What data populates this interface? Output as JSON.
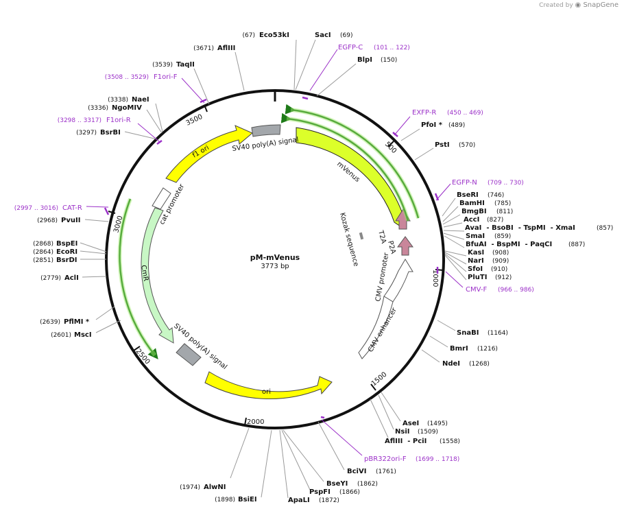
{
  "credit": {
    "prefix": "Created by",
    "brand": "SnapGene"
  },
  "plasmid": {
    "name": "pM-mVenus",
    "size": "3773 bp",
    "total_bp": 3773
  },
  "colors": {
    "backbone": "#111111",
    "primer": "#9b30c8",
    "yellow": "#ffff00",
    "lime": "#dcff2a",
    "green_fill": "#c8f7c5",
    "white": "#ffffff",
    "gray": "#a3a7ab",
    "pink": "#c9869a",
    "dark_green": "#1e7a18",
    "light_green_fill": "#9ee86a"
  },
  "ticks": [
    "500",
    "1000",
    "1500",
    "2000",
    "2500",
    "3000",
    "3500"
  ],
  "enzymes": [
    {
      "name": "Eco53kI",
      "pos": "(67)"
    },
    {
      "name": "SacI",
      "pos": "(69)"
    },
    {
      "name": "BlpI",
      "pos": "(150)"
    },
    {
      "name": "PfoI *",
      "pos": "(489)"
    },
    {
      "name": "PstI",
      "pos": "(570)"
    },
    {
      "name": "BseRI",
      "pos": "(746)"
    },
    {
      "name": "BamHI",
      "pos": "(785)"
    },
    {
      "name": "BmgBI",
      "pos": "(811)"
    },
    {
      "name": "AccI",
      "pos": "(827)"
    },
    {
      "name": "AvaI  - BsoBI  - TspMI  - XmaI",
      "pos": "(857)"
    },
    {
      "name": "SmaI",
      "pos": "(859)"
    },
    {
      "name": "BfuAI  - BspMI  - PaqCI",
      "pos": "(887)"
    },
    {
      "name": "KasI",
      "pos": "(908)"
    },
    {
      "name": "NarI",
      "pos": "(909)"
    },
    {
      "name": "SfoI",
      "pos": "(910)"
    },
    {
      "name": "PluTI",
      "pos": "(912)"
    },
    {
      "name": "SnaBI",
      "pos": "(1164)"
    },
    {
      "name": "BmrI",
      "pos": "(1216)"
    },
    {
      "name": "NdeI",
      "pos": "(1268)"
    },
    {
      "name": "AseI",
      "pos": "(1495)"
    },
    {
      "name": "NsiI",
      "pos": "(1509)"
    },
    {
      "name": "AflIII  - PciI",
      "pos": "(1558)"
    },
    {
      "name": "BciVI",
      "pos": "(1761)"
    },
    {
      "name": "BseYI",
      "pos": "(1862)"
    },
    {
      "name": "PspFI",
      "pos": "(1866)"
    },
    {
      "name": "ApaLI",
      "pos": "(1872)"
    },
    {
      "name": "BsiEI",
      "pos": "(1898)"
    },
    {
      "name": "AlwNI",
      "pos": "(1974)"
    },
    {
      "name": "MscI",
      "pos": "(2601)"
    },
    {
      "name": "PflMI *",
      "pos": "(2639)"
    },
    {
      "name": "AclI",
      "pos": "(2779)"
    },
    {
      "name": "BsrDI",
      "pos": "(2851)"
    },
    {
      "name": "EcoRI",
      "pos": "(2864)"
    },
    {
      "name": "BspEI",
      "pos": "(2868)"
    },
    {
      "name": "PvuII",
      "pos": "(2968)"
    },
    {
      "name": "BsrBI",
      "pos": "(3297)"
    },
    {
      "name": "NgoMIV",
      "pos": "(3336)"
    },
    {
      "name": "NaeI",
      "pos": "(3338)"
    },
    {
      "name": "TaqII",
      "pos": "(3539)"
    },
    {
      "name": "AflIII",
      "pos": "(3671)"
    }
  ],
  "primers": [
    {
      "name": "EGFP-C",
      "range": "(101 .. 122)"
    },
    {
      "name": "EXFP-R",
      "range": "(450 .. 469)"
    },
    {
      "name": "EGFP-N",
      "range": "(709 .. 730)"
    },
    {
      "name": "CMV-F",
      "range": "(966 .. 986)"
    },
    {
      "name": "pBR322ori-F",
      "range": "(1699 .. 1718)"
    },
    {
      "name": "CAT-R",
      "range": "(2997 .. 3016)"
    },
    {
      "name": "F1ori-R",
      "range": "(3298 .. 3317)"
    },
    {
      "name": "F1ori-F",
      "range": "(3508 .. 3529)"
    }
  ],
  "features": [
    {
      "name": "mVenus"
    },
    {
      "name": "Kozak sequence"
    },
    {
      "name": "T2A"
    },
    {
      "name": "P2A"
    },
    {
      "name": "CMV promoter"
    },
    {
      "name": "CMV enhancer"
    },
    {
      "name": "ori"
    },
    {
      "name": "SV40 poly(A) signal"
    },
    {
      "name": "CmR"
    },
    {
      "name": "cat promoter"
    },
    {
      "name": "f1 ori"
    },
    {
      "name": "SV40 poly(A) signal"
    }
  ]
}
